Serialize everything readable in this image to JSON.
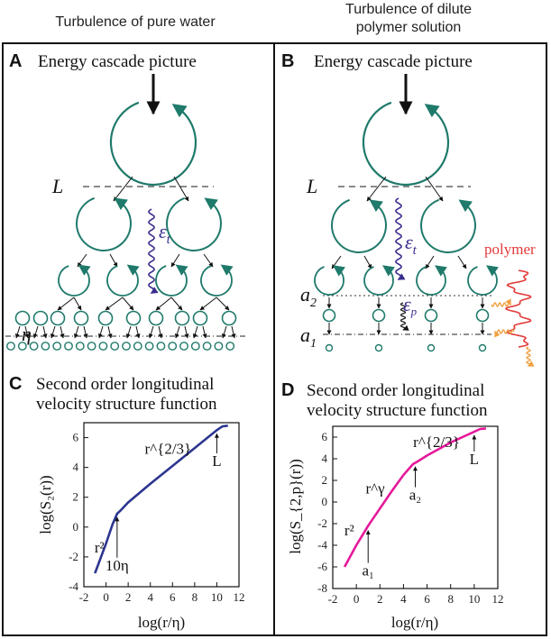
{
  "header": {
    "left_title": "Turbulence of pure water",
    "right_title_line1": "Turbulence of dilute",
    "right_title_line2": "polymer solution"
  },
  "panels": {
    "A": {
      "letter": "A",
      "heading": "Energy cascade picture",
      "scale_L": "L",
      "scale_eta": "η",
      "flux": "ε",
      "flux_sub": "t"
    },
    "B": {
      "letter": "B",
      "heading": "Energy cascade picture",
      "scale_L": "L",
      "scale_a2": "a",
      "scale_a2_sub": "2",
      "scale_a1": "a",
      "scale_a1_sub": "1",
      "flux_t": "ε",
      "flux_t_sub": "t",
      "flux_p": "ε",
      "flux_p_sub": "p",
      "polymer_label": "polymer"
    },
    "C": {
      "letter": "C",
      "heading_line1": "Second order longitudinal",
      "heading_line2": "velocity structure function"
    },
    "D": {
      "letter": "D",
      "heading_line1": "Second order longitudinal",
      "heading_line2": "velocity structure function"
    }
  },
  "colors": {
    "eddy": "#1f7a6b",
    "flux": "#3a2f8f",
    "polymer": "#e23a3a",
    "wave": "#f0a040",
    "curve_C": "#2c3590",
    "curve_D": "#e6189a"
  },
  "chart_data": [
    {
      "id": "C",
      "type": "line",
      "xlabel": "log(r/η)",
      "ylabel": "log(S₂(r))",
      "xlim": [
        -2,
        12
      ],
      "ylim": [
        -4,
        7
      ],
      "xticks": [
        -2,
        0,
        2,
        4,
        6,
        8,
        10,
        12
      ],
      "yticks": [
        -4,
        -2,
        0,
        2,
        4,
        6
      ],
      "series": [
        {
          "x": [
            -1,
            0,
            0.6,
            1,
            1.3,
            2,
            4,
            6,
            8,
            10,
            10.5,
            11
          ],
          "y": [
            -3.1,
            -1.1,
            0.2,
            0.9,
            1.1,
            1.65,
            2.9,
            4.1,
            5.3,
            6.5,
            6.75,
            6.8
          ]
        }
      ],
      "annotations": [
        {
          "label": "r²",
          "x": -0.6,
          "y": -1.7
        },
        {
          "label": "r^{2/3}",
          "x": 5.6,
          "y": 4.9
        },
        {
          "label": "10η",
          "x": 1.0,
          "y": -2.9,
          "arrow_to": [
            1.0,
            0.9
          ]
        },
        {
          "label": "L",
          "x": 10.0,
          "y": 4.1,
          "arrow_to": [
            10.0,
            6.5
          ]
        }
      ]
    },
    {
      "id": "D",
      "type": "line",
      "xlabel": "log(r/η)",
      "ylabel": "log(S_{2,p}(r))",
      "xlim": [
        -2,
        12
      ],
      "ylim": [
        -8,
        7
      ],
      "xticks": [
        -2,
        0,
        2,
        4,
        6,
        8,
        10,
        12
      ],
      "yticks": [
        -8,
        -6,
        -4,
        -2,
        0,
        2,
        4,
        6
      ],
      "series": [
        {
          "x": [
            -1,
            0,
            1,
            2,
            3,
            4,
            4.8,
            5.2,
            6,
            8,
            10,
            10.5,
            11
          ],
          "y": [
            -6.0,
            -4.0,
            -2.2,
            -0.6,
            1.0,
            2.5,
            3.5,
            3.75,
            4.3,
            5.5,
            6.5,
            6.75,
            6.8
          ]
        }
      ],
      "annotations": [
        {
          "label": "r²",
          "x": -0.6,
          "y": -3.1
        },
        {
          "label": "r^γ",
          "x": 1.6,
          "y": 0.8
        },
        {
          "label": "r^{2/3}",
          "x": 6.8,
          "y": 5.1
        },
        {
          "label": "a₁",
          "x": 1.0,
          "y": -6.8,
          "arrow_to": [
            1.0,
            -2.3
          ]
        },
        {
          "label": "a₂",
          "x": 5.0,
          "y": 0.2,
          "arrow_to": [
            5.0,
            3.6
          ]
        },
        {
          "label": "L",
          "x": 10.0,
          "y": 3.5,
          "arrow_to": [
            10.0,
            6.5
          ]
        }
      ]
    }
  ]
}
